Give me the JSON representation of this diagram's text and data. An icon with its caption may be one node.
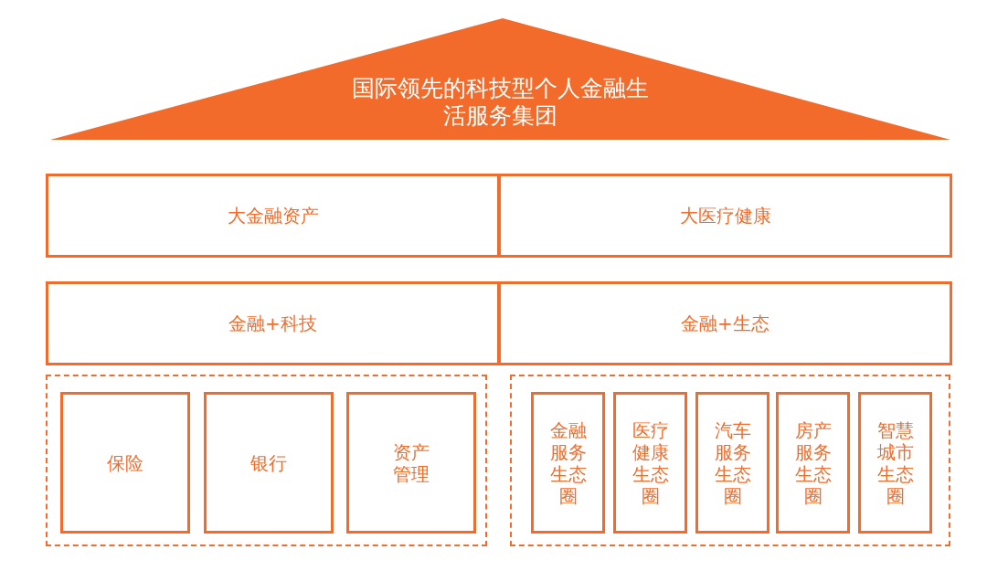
{
  "diagram": {
    "nodes": [
      {
        "text": [
          "国际领先的科技型个人金融生活服务集团"
        ]
      },
      {
        "text": [
          "大金融资产"
        ]
      },
      {
        "text": [
          "大医疗健康"
        ]
      },
      {
        "text": [
          "金融+科技"
        ]
      },
      {
        "text": [
          "金融+生态"
        ]
      },
      {
        "text": [],
        "shape": "box"
      },
      {
        "text": [
          "保险"
        ],
        "in": 5
      },
      {
        "text": [
          "银行"
        ],
        "in": 5
      },
      {
        "text": [
          "资产管理"
        ],
        "in": 5
      },
      {
        "text": [],
        "shape": "box"
      },
      {
        "text": [
          "金融服务生态圈"
        ],
        "in": 9
      },
      {
        "text": [
          "医疗健康生态圈"
        ],
        "in": 9
      },
      {
        "text": [
          "汽车服务生态圈"
        ],
        "in": 9
      },
      {
        "text": [
          "房产服务生态圈"
        ],
        "in": 9
      },
      {
        "text": [
          "智慧城市生态圈"
        ],
        "in": 9
      }
    ],
    "edges": []
  }
}
